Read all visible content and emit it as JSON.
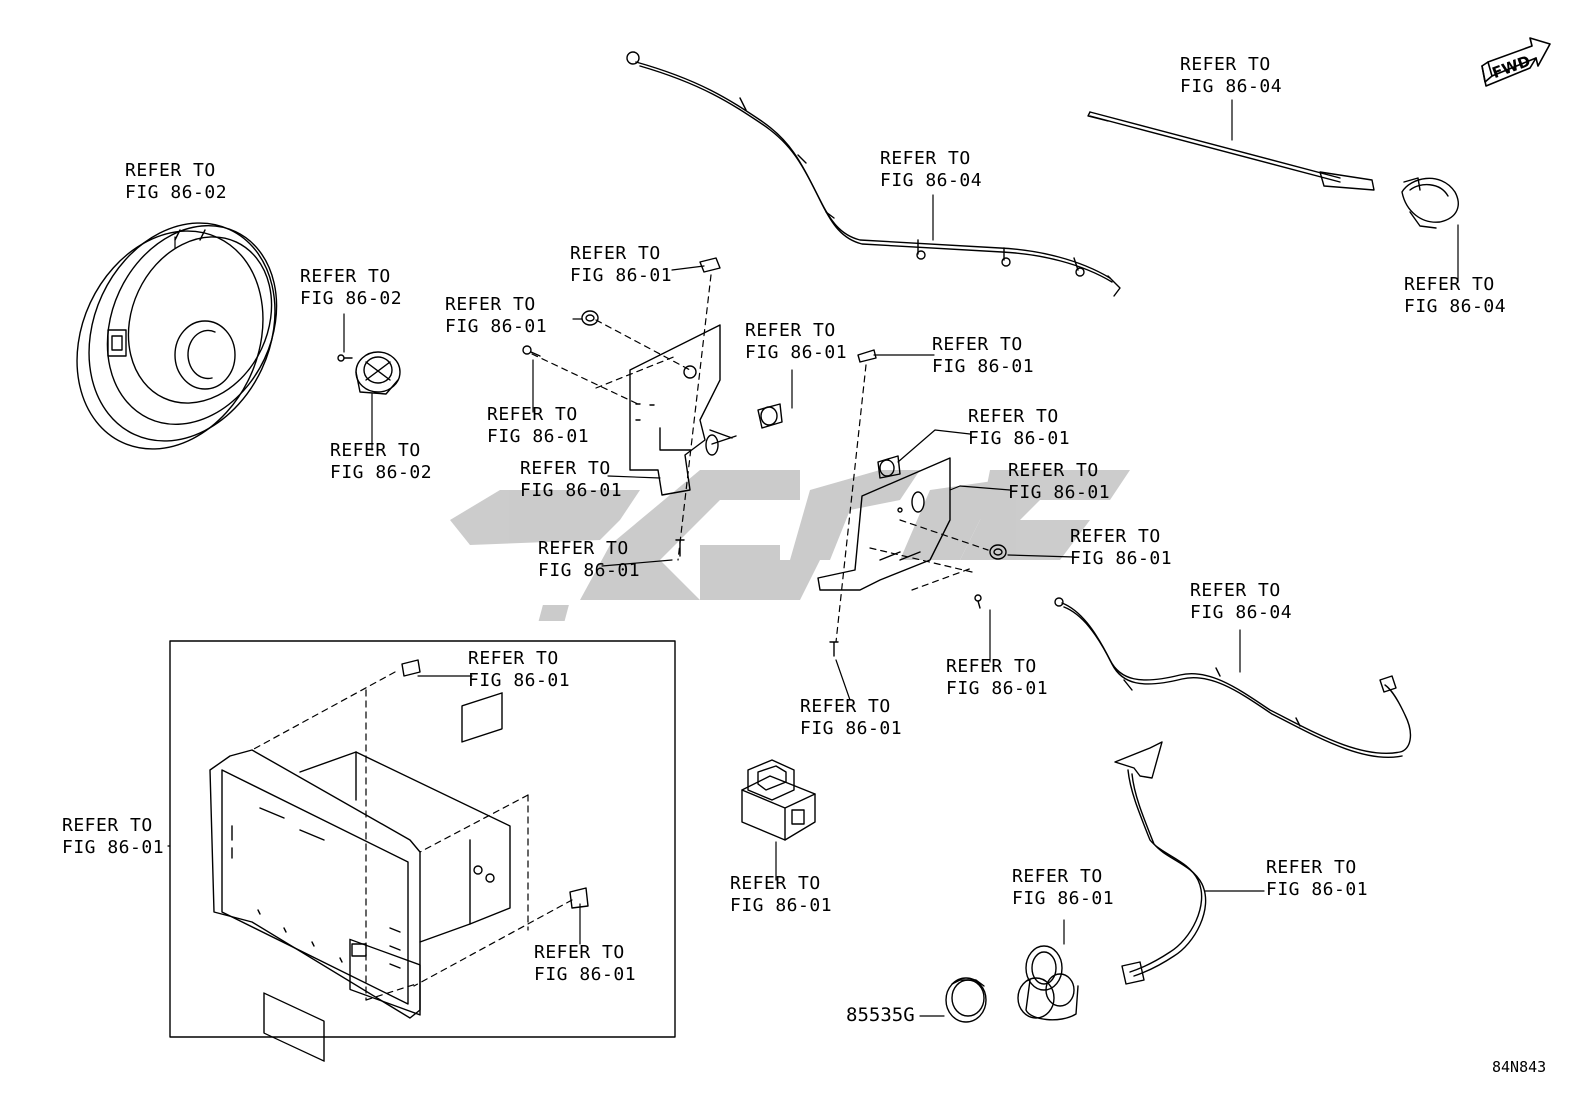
{
  "diagram": {
    "direction_label": "FWD",
    "illustration_code": "84N843",
    "watermark_color": "#c9c9c9",
    "line_color": "#000000",
    "part_number": "85535G",
    "callouts": [
      {
        "id": "speaker-front",
        "line1": "REFER TO",
        "line2": "FIG 86-02"
      },
      {
        "id": "tweeter-screw",
        "line1": "REFER TO",
        "line2": "FIG 86-02"
      },
      {
        "id": "tweeter",
        "line1": "REFER TO",
        "line2": "FIG 86-02"
      },
      {
        "id": "antenna-cord-top",
        "line1": "REFER TO",
        "line2": "FIG 86-04"
      },
      {
        "id": "antenna-rod",
        "line1": "REFER TO",
        "line2": "FIG 86-04"
      },
      {
        "id": "antenna-base",
        "line1": "REFER TO",
        "line2": "FIG 86-04"
      },
      {
        "id": "clip-upper-left",
        "line1": "REFER TO",
        "line2": "FIG 86-01"
      },
      {
        "id": "grommet-left",
        "line1": "REFER TO",
        "line2": "FIG 86-01"
      },
      {
        "id": "screw-left",
        "line1": "REFER TO",
        "line2": "FIG 86-01"
      },
      {
        "id": "bracket-left",
        "line1": "REFER TO",
        "line2": "FIG 86-01"
      },
      {
        "id": "bolt-left",
        "line1": "REFER TO",
        "line2": "FIG 86-01"
      },
      {
        "id": "cushion-center",
        "line1": "REFER TO",
        "line2": "FIG 86-01"
      },
      {
        "id": "clip-upper-right",
        "line1": "REFER TO",
        "line2": "FIG 86-01"
      },
      {
        "id": "cushion-right",
        "line1": "REFER TO",
        "line2": "FIG 86-01"
      },
      {
        "id": "bracket-right",
        "line1": "REFER TO",
        "line2": "FIG 86-01"
      },
      {
        "id": "nut-right",
        "line1": "REFER TO",
        "line2": "FIG 86-01"
      },
      {
        "id": "screw-right-low",
        "line1": "REFER TO",
        "line2": "FIG 86-01"
      },
      {
        "id": "bolt-right",
        "line1": "REFER TO",
        "line2": "FIG 86-01"
      },
      {
        "id": "antenna-cord-lower",
        "line1": "REFER TO",
        "line2": "FIG 86-04"
      },
      {
        "id": "inset-clip-top",
        "line1": "REFER TO",
        "line2": "FIG 86-01"
      },
      {
        "id": "radio-assembly",
        "line1": "REFER TO",
        "line2": "FIG 86-01"
      },
      {
        "id": "inset-clip-bottom",
        "line1": "REFER TO",
        "line2": "FIG 86-01"
      },
      {
        "id": "relay-block",
        "line1": "REFER TO",
        "line2": "FIG 86-01"
      },
      {
        "id": "usb-socket",
        "line1": "REFER TO",
        "line2": "FIG 86-01"
      },
      {
        "id": "usb-cable",
        "line1": "REFER TO",
        "line2": "FIG 86-01"
      }
    ]
  }
}
